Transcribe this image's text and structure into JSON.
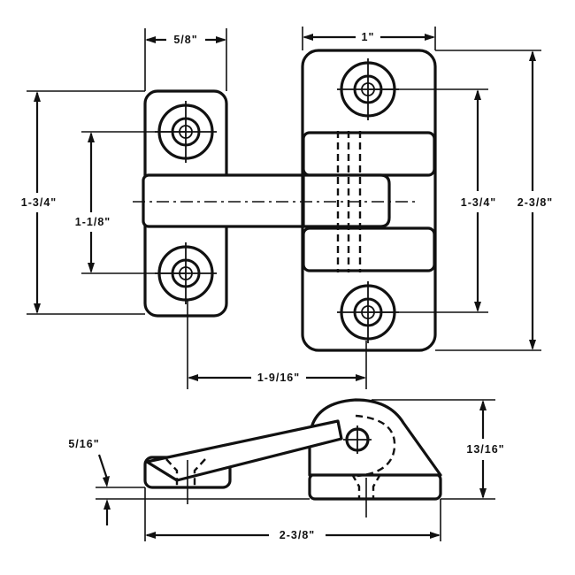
{
  "dimensions": {
    "top_left_width": "5/8\"",
    "top_right_width": "1\"",
    "left_overall_height": "1-3/4\"",
    "left_hole_spacing": "1-1/8\"",
    "right_hole_spacing": "1-3/4\"",
    "right_overall_height": "2-3/8\"",
    "hole_center_distance": "1-9/16\"",
    "base_thickness": "5/16\"",
    "side_height": "13/16\"",
    "overall_length": "2-3/8\""
  }
}
